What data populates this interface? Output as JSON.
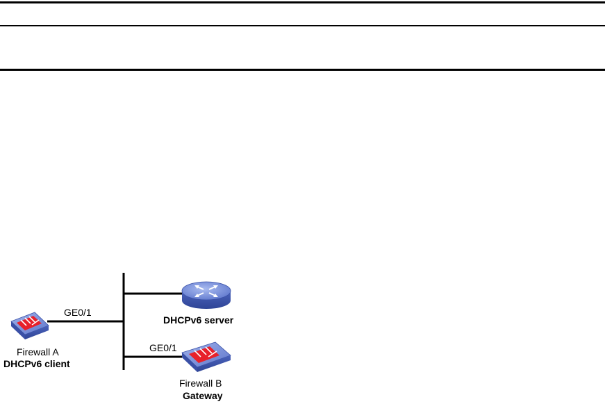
{
  "diagram": {
    "nodes": {
      "firewall_a": {
        "name": "Firewall A",
        "role": "DHCPv6 client",
        "interface": "GE0/1"
      },
      "dhcp_server": {
        "role": "DHCPv6 server"
      },
      "firewall_b": {
        "name": "Firewall B",
        "role": "Gateway",
        "interface": "GE0/1"
      }
    }
  },
  "colors": {
    "device_top": "#6f86d6",
    "device_side": "#3f56b0",
    "stripe": "#e8212b",
    "line": "#000000"
  }
}
